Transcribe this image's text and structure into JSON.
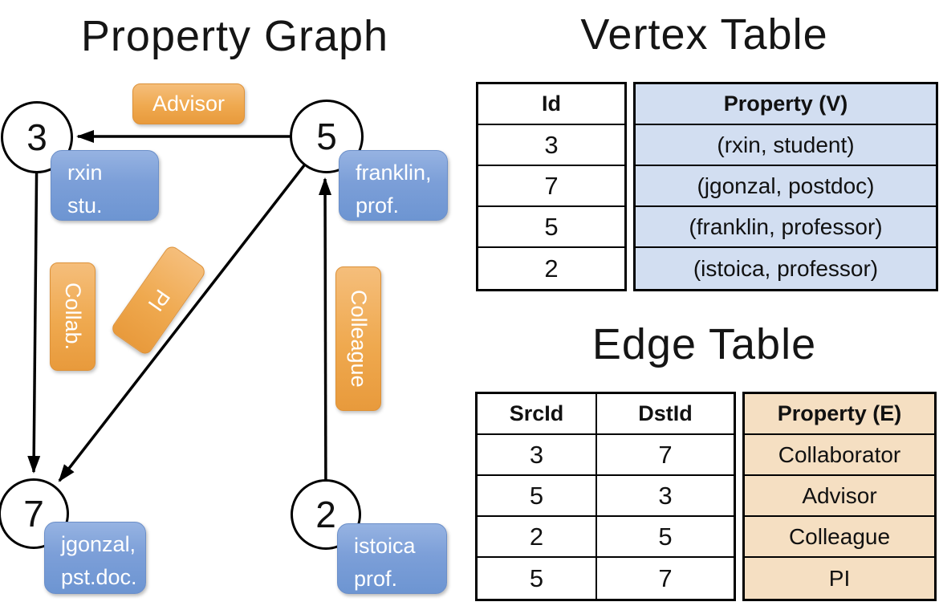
{
  "graph": {
    "title": "Property Graph",
    "nodes": [
      {
        "id": "3",
        "prop_line1": "rxin",
        "prop_line2": "stu."
      },
      {
        "id": "5",
        "prop_line1": "franklin,",
        "prop_line2": "prof."
      },
      {
        "id": "7",
        "prop_line1": "jgonzal,",
        "prop_line2": "pst.doc."
      },
      {
        "id": "2",
        "prop_line1": "istoica",
        "prop_line2": "prof."
      }
    ],
    "edge_labels": [
      {
        "label": "Advisor"
      },
      {
        "label": "Collab."
      },
      {
        "label": "PI"
      },
      {
        "label": "Colleague"
      }
    ]
  },
  "vertex_table": {
    "title": "Vertex Table",
    "headers": {
      "id": "Id",
      "property": "Property (V)"
    },
    "rows": [
      {
        "id": "3",
        "property": "(rxin, student)"
      },
      {
        "id": "7",
        "property": "(jgonzal, postdoc)"
      },
      {
        "id": "5",
        "property": "(franklin, professor)"
      },
      {
        "id": "2",
        "property": "(istoica, professor)"
      }
    ]
  },
  "edge_table": {
    "title": "Edge Table",
    "headers": {
      "src": "SrcId",
      "dst": "DstId",
      "property": "Property (E)"
    },
    "rows": [
      {
        "src": "3",
        "dst": "7",
        "property": "Collaborator"
      },
      {
        "src": "5",
        "dst": "3",
        "property": "Advisor"
      },
      {
        "src": "2",
        "dst": "5",
        "property": "Colleague"
      },
      {
        "src": "5",
        "dst": "7",
        "property": "PI"
      }
    ]
  },
  "colors": {
    "edge_label_fill": "#efa94f",
    "vertex_label_fill": "#7c9fd8",
    "vertex_table_fill": "#d2def1",
    "edge_table_fill": "#f5dfc2",
    "stroke": "#000000"
  }
}
